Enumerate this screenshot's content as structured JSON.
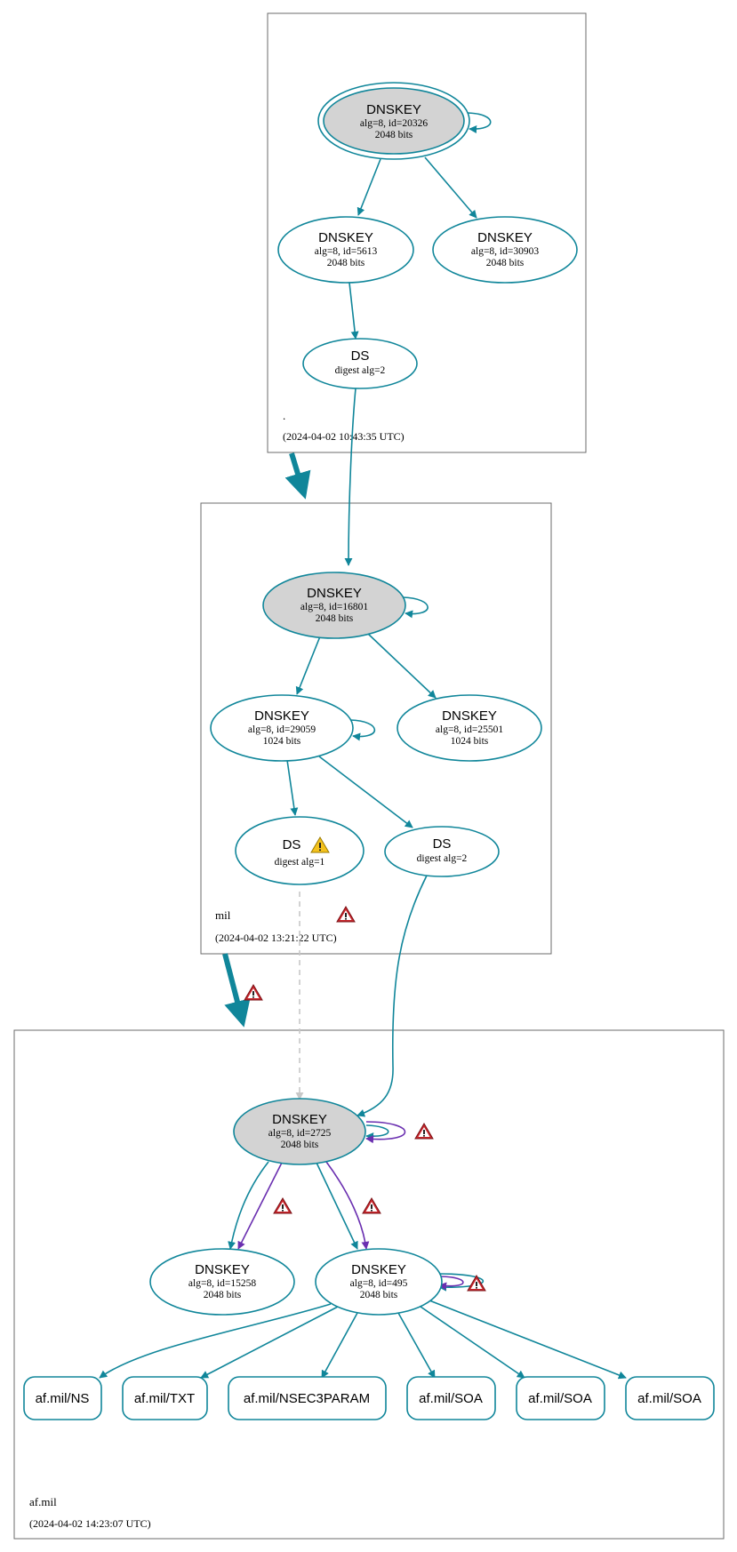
{
  "zones": {
    "root": {
      "name": ".",
      "timestamp": "(2024-04-02 10:43:35 UTC)"
    },
    "mil": {
      "name": "mil",
      "timestamp": "(2024-04-02 13:21:22 UTC)"
    },
    "afmil": {
      "name": "af.mil",
      "timestamp": "(2024-04-02 14:23:07 UTC)"
    }
  },
  "nodes": {
    "root_ksk": {
      "title": "DNSKEY",
      "line1": "alg=8, id=20326",
      "line2": "2048 bits"
    },
    "root_zsk1": {
      "title": "DNSKEY",
      "line1": "alg=8, id=5613",
      "line2": "2048 bits"
    },
    "root_zsk2": {
      "title": "DNSKEY",
      "line1": "alg=8, id=30903",
      "line2": "2048 bits"
    },
    "root_ds": {
      "title": "DS",
      "line1": "digest alg=2"
    },
    "mil_ksk": {
      "title": "DNSKEY",
      "line1": "alg=8, id=16801",
      "line2": "2048 bits"
    },
    "mil_zsk1": {
      "title": "DNSKEY",
      "line1": "alg=8, id=29059",
      "line2": "1024 bits"
    },
    "mil_zsk2": {
      "title": "DNSKEY",
      "line1": "alg=8, id=25501",
      "line2": "1024 bits"
    },
    "mil_ds1": {
      "title": "DS",
      "line1": "digest alg=1"
    },
    "mil_ds2": {
      "title": "DS",
      "line1": "digest alg=2"
    },
    "af_ksk": {
      "title": "DNSKEY",
      "line1": "alg=8, id=2725",
      "line2": "2048 bits"
    },
    "af_zsk1": {
      "title": "DNSKEY",
      "line1": "alg=8, id=15258",
      "line2": "2048 bits"
    },
    "af_zsk2": {
      "title": "DNSKEY",
      "line1": "alg=8, id=495",
      "line2": "2048 bits"
    }
  },
  "records": [
    "af.mil/NS",
    "af.mil/TXT",
    "af.mil/NSEC3PARAM",
    "af.mil/SOA",
    "af.mil/SOA",
    "af.mil/SOA"
  ],
  "colors": {
    "teal": "#10869a",
    "purple": "#6a2fb0",
    "ksk_fill": "#d3d3d3",
    "insecure": "#c8c8c8",
    "zone_border": "#6b6b6b",
    "warn_red": "#c8262c",
    "warn_yellow": "#f4c21d"
  }
}
